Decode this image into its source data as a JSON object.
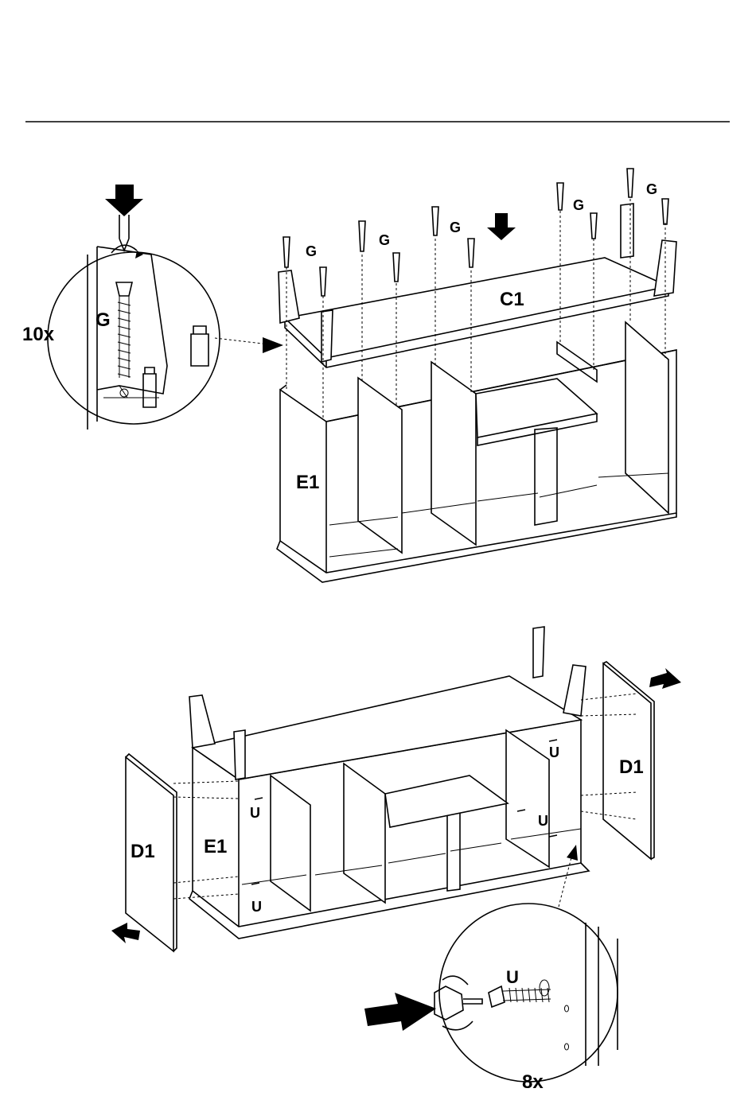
{
  "header": {
    "rule": true
  },
  "step_top": {
    "quantity": "10x",
    "part_fastener": "G",
    "labels": {
      "top_panel": "C1",
      "frame": "E1",
      "screw": "G"
    }
  },
  "step_bottom": {
    "quantity": "8x",
    "part_fastener": "U",
    "labels": {
      "door_left": "D1",
      "door_right": "D1",
      "frame": "E1",
      "screw": "U"
    }
  },
  "icons": [
    "press-arrow-icon",
    "turn-arrow-icon",
    "screwdriver-icon"
  ],
  "colors": {
    "ink": "#000000",
    "paper": "#ffffff"
  }
}
